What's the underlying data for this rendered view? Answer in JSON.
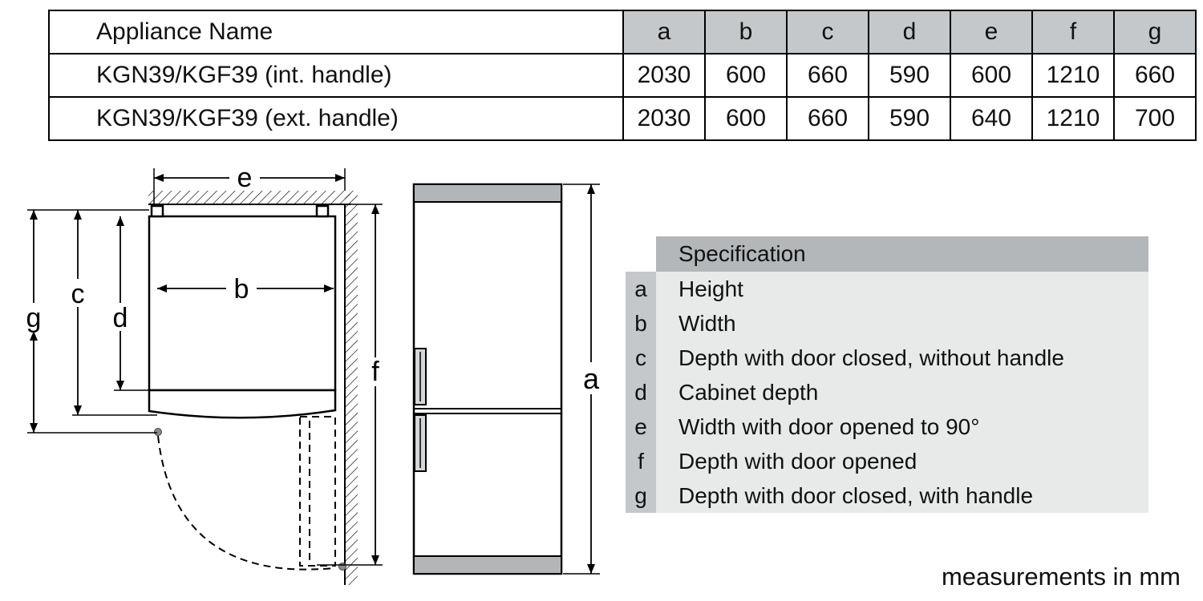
{
  "table": {
    "header": [
      "Appliance Name",
      "a",
      "b",
      "c",
      "d",
      "e",
      "f",
      "g"
    ],
    "rows": [
      {
        "name": "KGN39/KGF39 (int. handle)",
        "values": [
          "2030",
          "600",
          "660",
          "590",
          "600",
          "1210",
          "660"
        ]
      },
      {
        "name": "KGN39/KGF39 (ext. handle)",
        "values": [
          "2030",
          "600",
          "660",
          "590",
          "640",
          "1210",
          "700"
        ]
      }
    ]
  },
  "legend": {
    "header": "Specification",
    "rows": [
      {
        "key": "a",
        "label": "Height"
      },
      {
        "key": "b",
        "label": "Width"
      },
      {
        "key": "c",
        "label": "Depth with door closed, without handle"
      },
      {
        "key": "d",
        "label": "Cabinet depth"
      },
      {
        "key": "e",
        "label": "Width with door opened to 90°"
      },
      {
        "key": "f",
        "label": "Depth with door opened"
      },
      {
        "key": "g",
        "label": "Depth with door closed, with handle"
      }
    ]
  },
  "diagram": {
    "labels": {
      "a": "a",
      "b": "b",
      "c": "c",
      "d": "d",
      "e": "e",
      "f": "f",
      "g": "g"
    }
  },
  "footer": {
    "note": "measurements in mm"
  },
  "colors": {
    "table_header_gray": "#c5c8ca",
    "legend_header_gray": "#b4b7b9",
    "legend_key_gray": "#c5c8ca",
    "legend_body_gray": "#e8eaea",
    "drawing_gray": "#b3b6b8",
    "line_black": "#000000"
  }
}
